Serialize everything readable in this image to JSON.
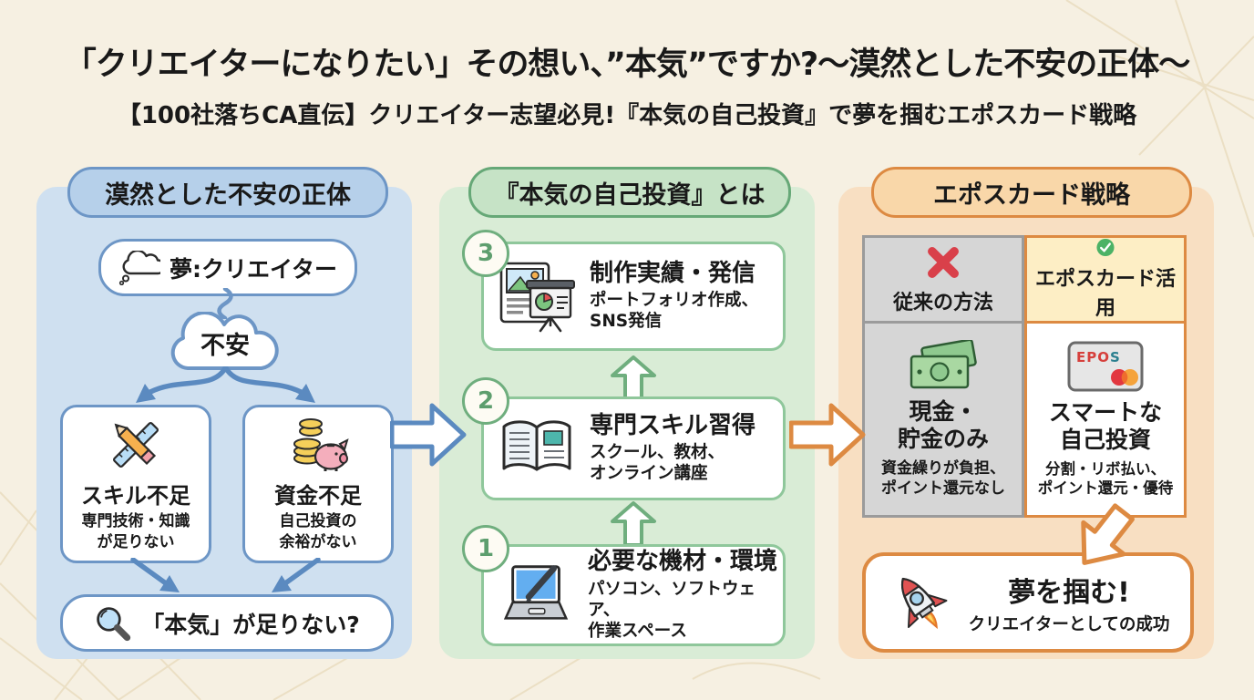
{
  "page": {
    "title": "「クリエイターになりたい」その想い、”本気”ですか?〜漠然とした不安の正体〜",
    "subtitle": "【100社落ちCA直伝】クリエイター志望必見!『本気の自己投資』で夢を掴むエポスカード戦略"
  },
  "anxiety": {
    "header": "漠然とした不安の正体",
    "dream": "夢:クリエイター",
    "cloud": "不安",
    "skill": {
      "title": "スキル不足",
      "desc": "専門技術・知識\nが足りない"
    },
    "money": {
      "title": "資金不足",
      "desc": "自己投資の\n余裕がない"
    },
    "conclusion": "「本気」が足りない?"
  },
  "investment": {
    "header": "『本気の自己投資』とは",
    "steps": [
      {
        "num": "1",
        "title": "必要な機材・環境",
        "desc": "パソコン、ソフトウェア、\n作業スペース"
      },
      {
        "num": "2",
        "title": "専門スキル習得",
        "desc": "スクール、教材、\nオンライン講座"
      },
      {
        "num": "3",
        "title": "制作実績・発信",
        "desc": "ポートフォリオ作成、\nSNS発信"
      }
    ]
  },
  "epos": {
    "header": "エポスカード戦略",
    "old": {
      "label": "従来の方法",
      "title": "現金・\n貯金のみ",
      "desc": "資金繰りが負担、\nポイント還元なし"
    },
    "new": {
      "label": "エポスカード活用",
      "title": "スマートな\n自己投資",
      "desc": "分割・リボ払い、\nポイント還元・優待",
      "brand_main": "EPO",
      "brand_s": "S"
    },
    "goal": {
      "title": "夢を掴む!",
      "desc": "クリエイターとしての成功"
    }
  },
  "colors": {
    "background": "#f6f0e2",
    "blue": "#6d96c6",
    "green": "#66a877",
    "orange": "#dd8a42",
    "cross_red": "#d9404a",
    "check_green": "#4cb266"
  }
}
